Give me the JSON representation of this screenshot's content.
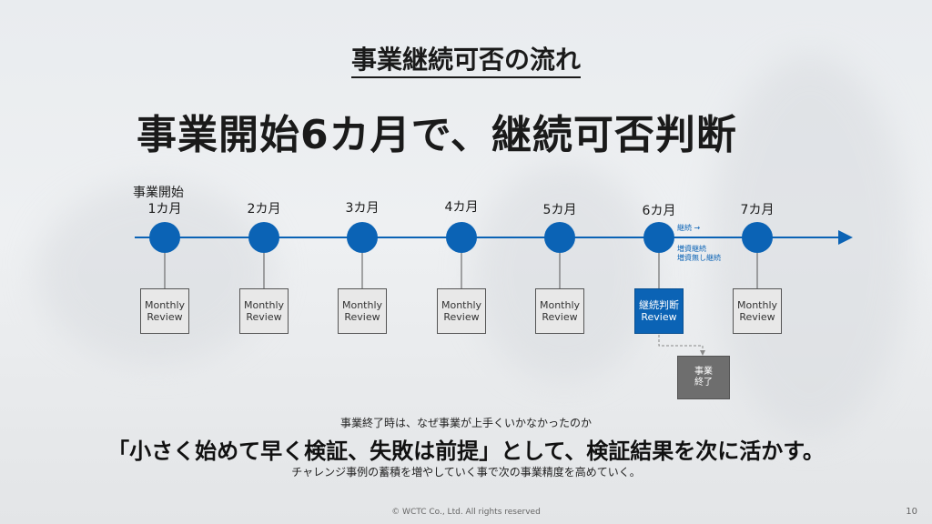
{
  "section_title": "事業継続可否の流れ",
  "headline": "事業開始6カ月で、継続可否判断",
  "start_label": "事業開始",
  "months": [
    "1カ月",
    "2カ月",
    "3カ月",
    "4カ月",
    "5カ月",
    "6カ月",
    "7カ月"
  ],
  "reviews": [
    {
      "line1": "Monthly",
      "line2": "Review",
      "active": false
    },
    {
      "line1": "Monthly",
      "line2": "Review",
      "active": false
    },
    {
      "line1": "Monthly",
      "line2": "Review",
      "active": false
    },
    {
      "line1": "Monthly",
      "line2": "Review",
      "active": false
    },
    {
      "line1": "Monthly",
      "line2": "Review",
      "active": false
    },
    {
      "line1": "継続判断",
      "line2": "Review",
      "active": true
    },
    {
      "line1": "Monthly",
      "line2": "Review",
      "active": false
    }
  ],
  "continue_note": "継続 →",
  "funding_note_1": "増資継続",
  "funding_note_2": "増資無し継続",
  "end_box": {
    "line1": "事業",
    "line2": "終了"
  },
  "sub_text_1": "事業終了時は、なぜ事業が上手くいかなかったのか",
  "main_message": "「小さく始めて早く検証、失敗は前提」として、検証結果を次に活かす。",
  "sub_text_2": "チャレンジ事例の蓄積を増やしていく事で次の事業精度を高めていく。",
  "footer": "© WCTC  Co., Ltd. All rights reserved",
  "page_number": "10",
  "colors": {
    "node": "#0b63b5",
    "review_active": "#0b63b5",
    "review": "#e8e8e8",
    "end_box": "#6e6e6e"
  }
}
